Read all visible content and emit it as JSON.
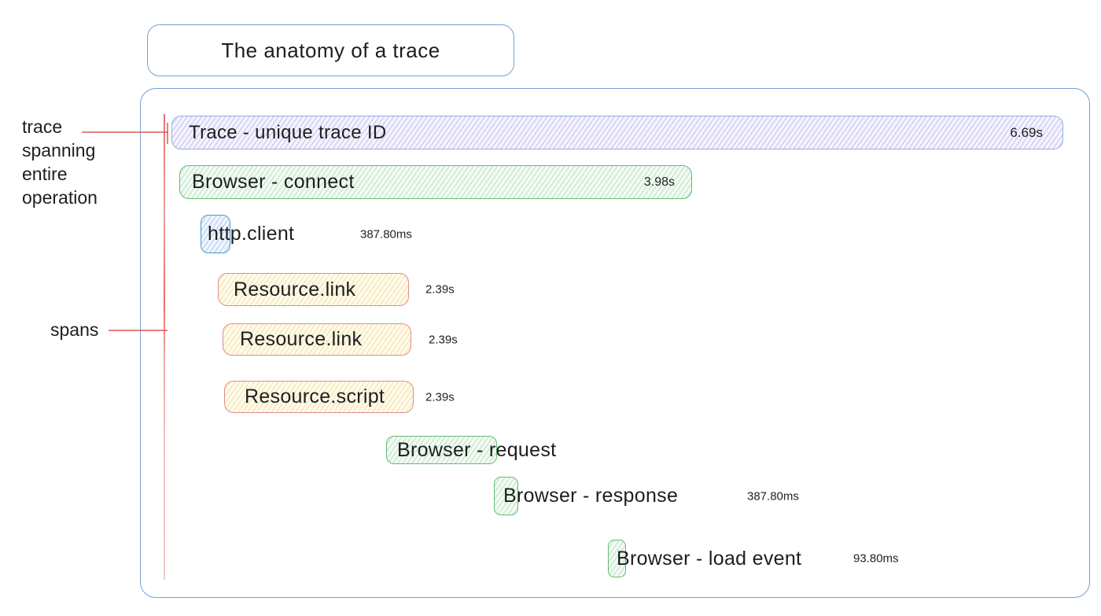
{
  "title": "The anatomy of a trace",
  "annotations": {
    "trace": {
      "lines": [
        "trace",
        "spanning",
        "entire",
        "operation"
      ]
    },
    "spans": {
      "label": "spans"
    }
  },
  "spans": [
    {
      "name": "trace",
      "label": "Trace - unique trace ID",
      "duration": "6.69s"
    },
    {
      "name": "browser-connect",
      "label": "Browser - connect",
      "duration": "3.98s"
    },
    {
      "name": "http-client",
      "label": "http.client",
      "duration": "387.80ms"
    },
    {
      "name": "resource-link-1",
      "label": "Resource.link",
      "duration": "2.39s"
    },
    {
      "name": "resource-link-2",
      "label": "Resource.link",
      "duration": "2.39s"
    },
    {
      "name": "resource-script",
      "label": "Resource.script",
      "duration": "2.39s"
    },
    {
      "name": "browser-request",
      "label": "Browser - request",
      "duration": ""
    },
    {
      "name": "browser-response",
      "label": "Browser - response",
      "duration": "387.80ms"
    },
    {
      "name": "browser-load-event",
      "label": "Browser - load event",
      "duration": "93.80ms"
    }
  ],
  "colors": {
    "outline_blue": "#74a0d8",
    "trace_border": "#8fb0e6",
    "trace_fill": "#9284e2",
    "green_border": "#66bb73",
    "green_fill": "#56b268",
    "blue_border": "#4e97d1",
    "blue_fill": "#508cdc",
    "yellow_border": "#e28c8c",
    "yellow_fill": "#e4c660",
    "annotation_red": "#e05555",
    "text": "#1e1e1e"
  }
}
